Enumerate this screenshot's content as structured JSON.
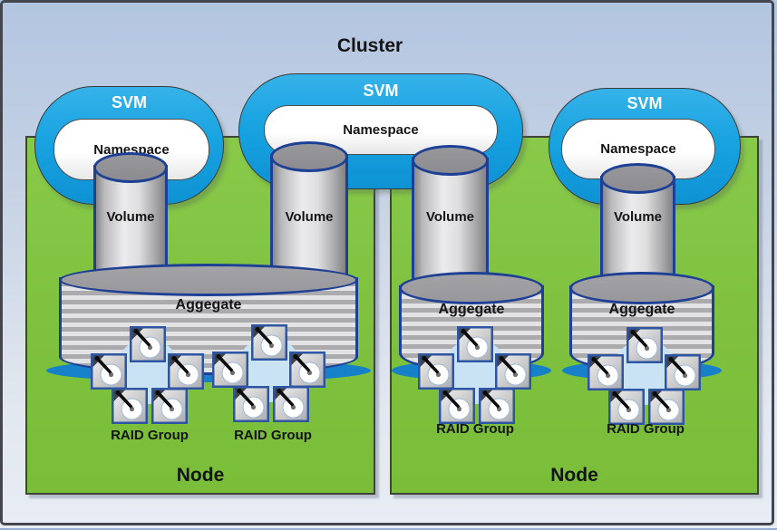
{
  "title": "Cluster",
  "svms": [
    {
      "label": "SVM",
      "namespace": "Namespace"
    },
    {
      "label": "SVM",
      "namespace": "Namespace"
    },
    {
      "label": "SVM",
      "namespace": "Namespace"
    }
  ],
  "volumes": [
    {
      "label": "Volume"
    },
    {
      "label": "Volume"
    },
    {
      "label": "Volume"
    },
    {
      "label": "Volume"
    }
  ],
  "aggregates": [
    {
      "label": "Aggegate"
    },
    {
      "label": "Aggegate"
    },
    {
      "label": "Aggegate"
    }
  ],
  "raid_groups": [
    {
      "label": "RAID Group"
    },
    {
      "label": "RAID Group"
    },
    {
      "label": "RAID Group"
    },
    {
      "label": "RAID Group"
    }
  ],
  "nodes": [
    {
      "label": "Node"
    },
    {
      "label": "Node"
    }
  ],
  "colors": {
    "svm_blue": "#18a3e1",
    "node_green": "#7ec13e",
    "cylinder_outline": "#1d3f94",
    "aggregate_shadow_blue": "#1680c8",
    "raid_circle_blue": "#c9e3f5",
    "background_top": "#b2c5e0",
    "background_bottom": "#e8edf4",
    "frame_border": "#45454d"
  }
}
